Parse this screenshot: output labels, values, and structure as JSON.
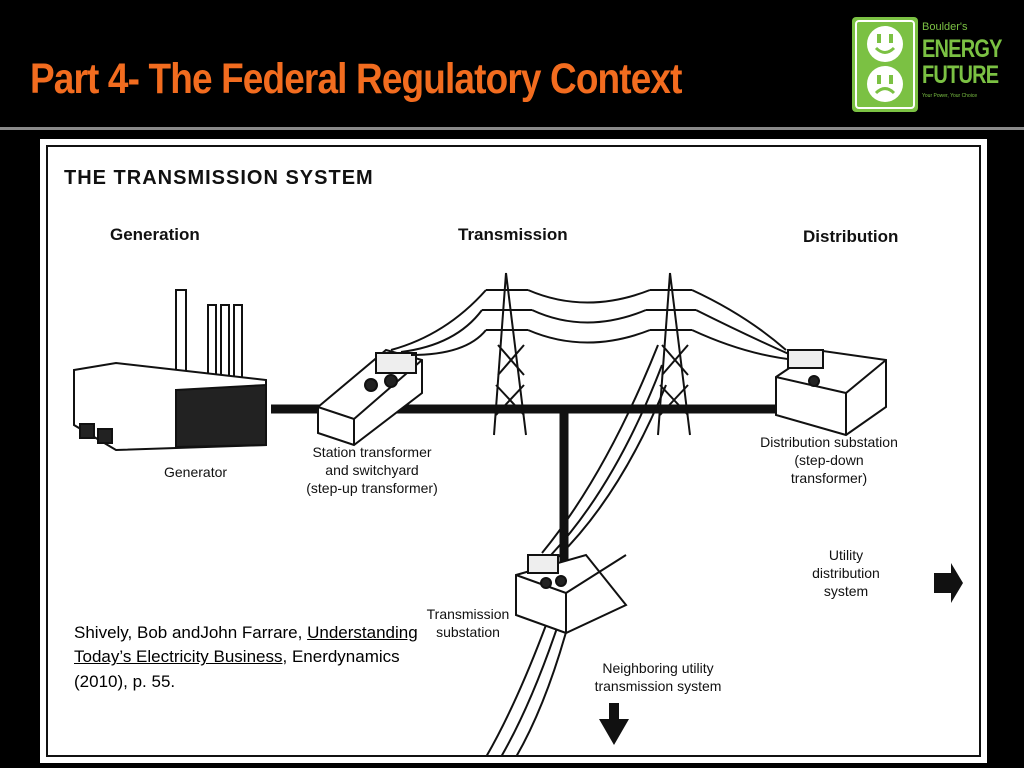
{
  "slide": {
    "title": "Part 4- The Federal Regulatory Context"
  },
  "logo": {
    "small": "Boulder's",
    "line1": "ENERGY",
    "line2": "FUTURE",
    "tagline": "Your Power, Your Choice",
    "icon": "outlet-icon"
  },
  "figure": {
    "title": "THE TRANSMISSION SYSTEM",
    "sections": {
      "generation": "Generation",
      "transmission": "Transmission",
      "distribution": "Distribution"
    },
    "labels": {
      "generator": "Generator",
      "station_line1": "Station transformer",
      "station_line2": "and switchyard",
      "station_line3": "(step-up transformer)",
      "distsub_line1": "Distribution substation",
      "distsub_line2": "(step-down",
      "distsub_line3": "transformer)",
      "utility_line1": "Utility",
      "utility_line2": "distribution",
      "utility_line3": "system",
      "transsub_line1": "Transmission",
      "transsub_line2": "substation",
      "neighbor_line1": "Neighboring utility",
      "neighbor_line2": "transmission system"
    }
  },
  "citation": {
    "authors": "Shively, Bob andJohn Farrare,",
    "book_title": "Understanding Today’s Electricity Business",
    "publisher": ",  Enerdynamics (2010), p. 55."
  },
  "colors": {
    "title": "#f26c1f",
    "logo_green": "#7bc143",
    "background": "#000000",
    "figure_background": "#ffffff"
  }
}
